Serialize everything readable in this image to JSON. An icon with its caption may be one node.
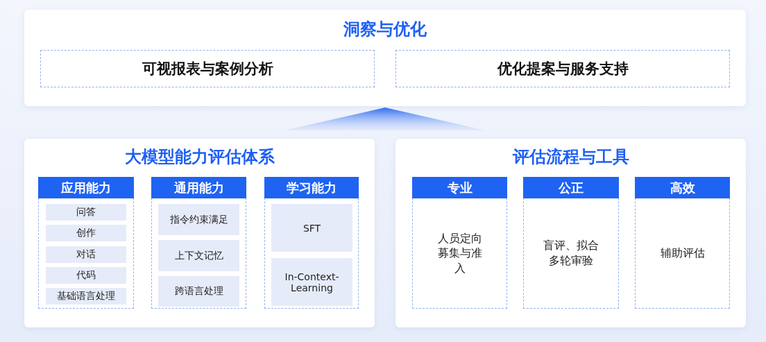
{
  "diagram": {
    "nodes": [
      {
        "text": [
          "洞察与优化"
        ]
      },
      {
        "text": [
          "可视报表与案例分析"
        ],
        "in": 0
      },
      {
        "text": [
          "优化提案与服务支持"
        ],
        "in": 0
      },
      {
        "text": [
          "大模型能力评估体系"
        ]
      },
      {
        "text": [
          "应用能力"
        ],
        "in": 3
      },
      {
        "text": [
          "问答"
        ],
        "in": 4
      },
      {
        "text": [
          "创作"
        ],
        "in": 4
      },
      {
        "text": [
          "对话"
        ],
        "in": 4
      },
      {
        "text": [
          "代码"
        ],
        "in": 4
      },
      {
        "text": [
          "基础语言处理"
        ],
        "in": 4
      },
      {
        "text": [
          "通用能力"
        ],
        "in": 3
      },
      {
        "text": [
          "指令约束满足"
        ],
        "in": 10
      },
      {
        "text": [
          "上下文记忆"
        ],
        "in": 10
      },
      {
        "text": [
          "跨语言处理"
        ],
        "in": 10
      },
      {
        "text": [
          "学习能力"
        ],
        "in": 3
      },
      {
        "text": [
          "SFT"
        ],
        "in": 14
      },
      {
        "text": [
          "In-Context-Learning"
        ],
        "in": 14
      },
      {
        "text": [
          "评估流程与工具"
        ]
      },
      {
        "text": [
          "专业",
          "人员定向募集与准入"
        ],
        "in": 17
      },
      {
        "text": [
          "公正",
          "盲评、拟合多轮审验"
        ],
        "in": 17
      },
      {
        "text": [
          "高效",
          "辅助评估"
        ],
        "in": 17
      }
    ]
  }
}
